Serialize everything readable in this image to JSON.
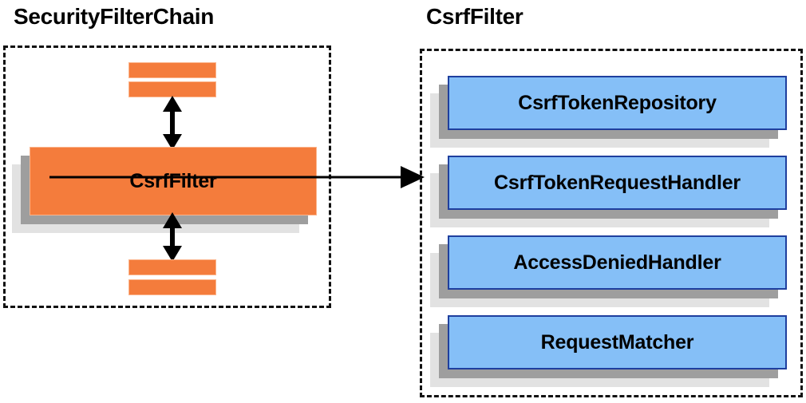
{
  "diagram": {
    "title_left": "SecurityFilterChain",
    "title_right": "CsrfFilter",
    "colors": {
      "orange_fill": "#f47c3c",
      "orange_border": "#fbb48b",
      "blue_fill": "#85bff7",
      "blue_border": "#1f3f9e",
      "shadow_near": "#9e9e9e",
      "shadow_far": "#e2e2e2",
      "stroke": "#111111",
      "background": "#ffffff"
    }
  },
  "left_panel": {
    "title": "SecurityFilterChain",
    "main_box": {
      "label": "CsrfFilter"
    },
    "filter_stubs": [
      {
        "name": "filter-stub-above-1"
      },
      {
        "name": "filter-stub-above-2"
      },
      {
        "name": "filter-stub-below-1"
      },
      {
        "name": "filter-stub-below-2"
      }
    ],
    "arrows": [
      {
        "name": "chain-arrow-upper",
        "direction": "bidirectional-vertical"
      },
      {
        "name": "chain-arrow-lower",
        "direction": "bidirectional-vertical"
      }
    ]
  },
  "right_panel": {
    "title": "CsrfFilter",
    "components": [
      {
        "label": "CsrfTokenRepository"
      },
      {
        "label": "CsrfTokenRequestHandler"
      },
      {
        "label": "AccessDeniedHandler"
      },
      {
        "label": "RequestMatcher"
      }
    ]
  },
  "connector": {
    "name": "csrffilter-expansion-arrow",
    "direction": "left-to-right"
  }
}
